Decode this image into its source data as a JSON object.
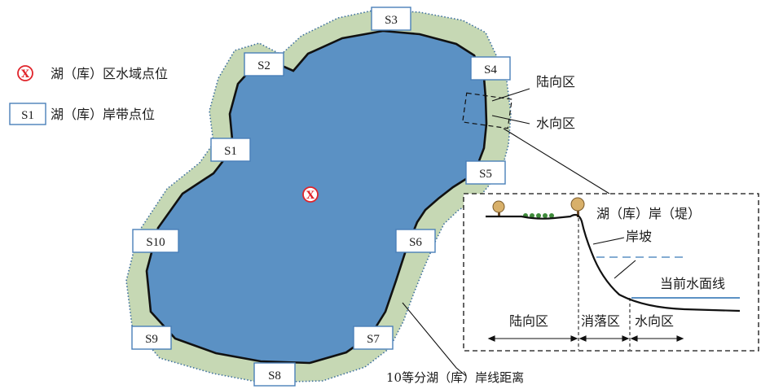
{
  "legend": {
    "water_point_symbol": "X",
    "water_point_label": "湖（库）区水域点位",
    "shore_point_symbol": "S1",
    "shore_point_label": "湖（库）岸带点位"
  },
  "map": {
    "shore_points": [
      "S1",
      "S2",
      "S3",
      "S4",
      "S5",
      "S6",
      "S7",
      "S8",
      "S9",
      "S10"
    ],
    "center_symbol": "X",
    "land_side_label": "陆向区",
    "water_side_label": "水向区",
    "division_note": "10等分湖（库）岸线距离"
  },
  "inset": {
    "title": "湖（库）岸（堤）",
    "slope_label": "岸坡",
    "water_line_label": "当前水面线",
    "zone_land": "陆向区",
    "zone_fluctuation": "消落区",
    "zone_water": "水向区"
  },
  "colors": {
    "water": "#5b91c4",
    "shore_band": "#c6d8b4",
    "box_border": "#4a7fb8",
    "marker_red": "#e0242b",
    "dashed_blue": "#5b91c4"
  }
}
